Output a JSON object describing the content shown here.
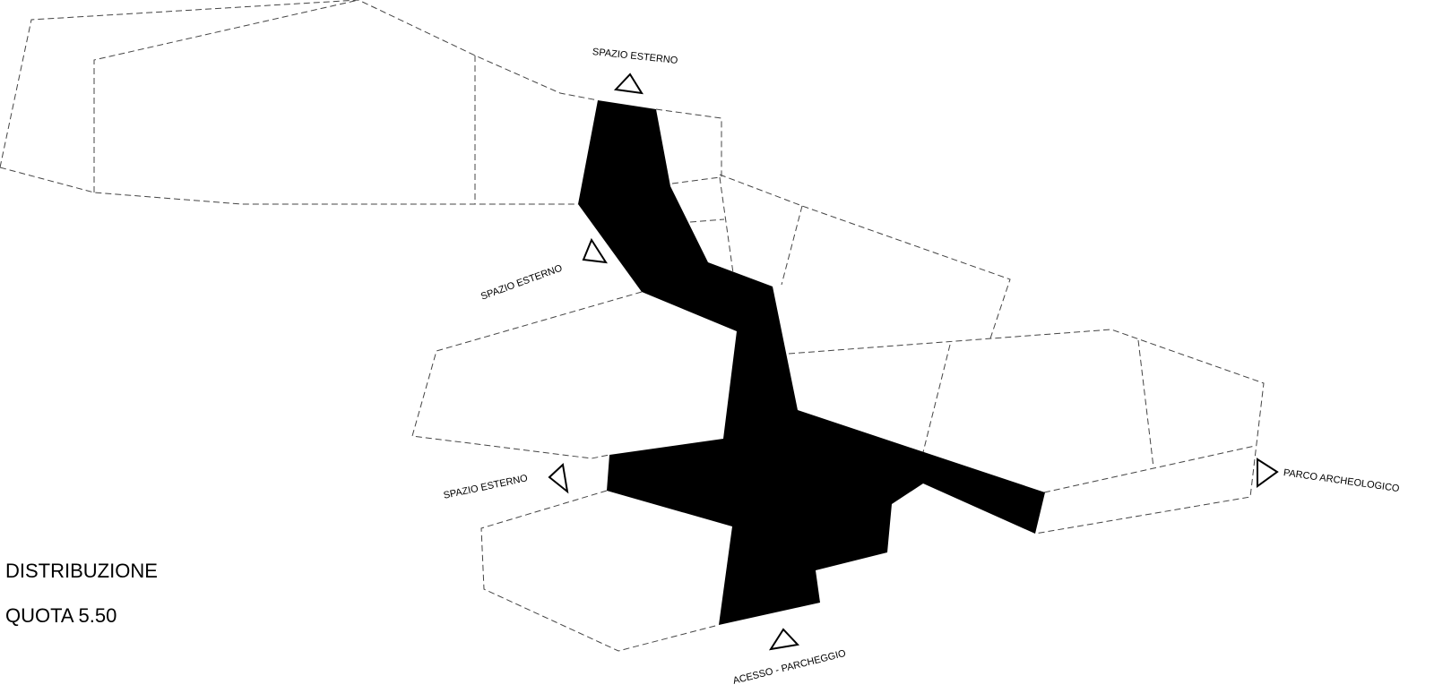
{
  "title": {
    "line1": "DISTRIBUZIONE",
    "line2": "QUOTA 5.50"
  },
  "labels": {
    "top": "SPAZIO ESTERNO",
    "left_upper": "SPAZIO ESTERNO",
    "left_lower": "SPAZIO ESTERNO",
    "right": "PARCO ARCHEOLOGICO",
    "bottom": "ACESSO - PARCHEGGIO"
  },
  "colors": {
    "circulation": "#000000",
    "outline": "#444444"
  }
}
